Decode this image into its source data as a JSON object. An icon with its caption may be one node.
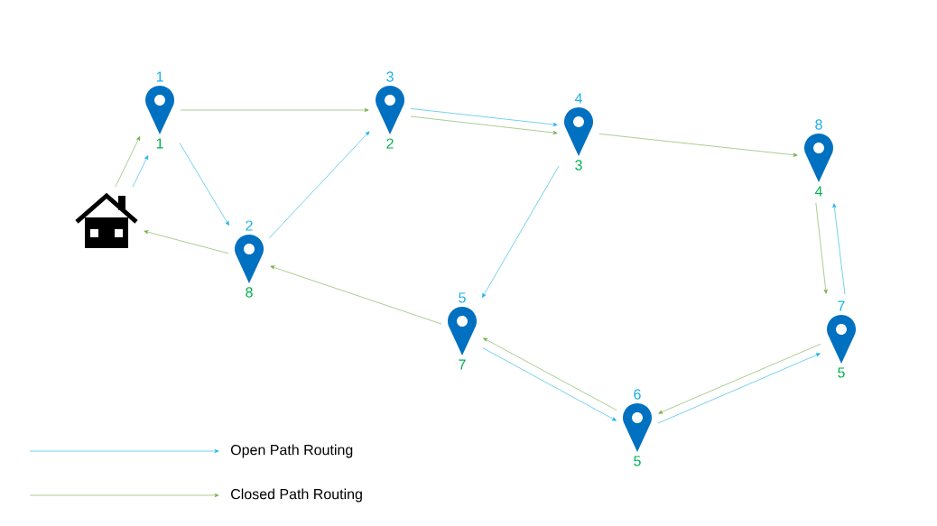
{
  "diagram": {
    "nodes": [
      {
        "text": [],
        "shape": "picture"
      },
      {
        "text": [],
        "shape": "picture",
        "beside": [
          "1",
          "1"
        ]
      },
      {
        "text": [],
        "shape": "picture",
        "beside": [
          "2",
          "8"
        ]
      },
      {
        "text": [],
        "shape": "picture",
        "beside": [
          "3",
          "2"
        ]
      },
      {
        "text": [],
        "shape": "picture",
        "beside": [
          "4",
          "3"
        ]
      },
      {
        "text": [],
        "shape": "picture",
        "beside": [
          "5",
          "7"
        ]
      },
      {
        "text": [],
        "shape": "picture",
        "beside": [
          "6",
          "5"
        ]
      },
      {
        "text": [],
        "shape": "picture",
        "beside": [
          "7",
          "5"
        ]
      },
      {
        "text": [],
        "shape": "picture",
        "beside": [
          "8",
          "4"
        ]
      }
    ],
    "edges": [
      {
        "from": 0,
        "to": 1,
        "arrow": "to",
        "color": "#1ab0e8"
      },
      {
        "from": 1,
        "to": 2,
        "arrow": "to",
        "color": "#1ab0e8"
      },
      {
        "from": 2,
        "to": 3,
        "arrow": "to",
        "color": "#1ab0e8"
      },
      {
        "from": 3,
        "to": 4,
        "arrow": "to",
        "color": "#1ab0e8"
      },
      {
        "from": 4,
        "to": 5,
        "arrow": "to",
        "color": "#1ab0e8"
      },
      {
        "from": 5,
        "to": 6,
        "arrow": "to",
        "color": "#1ab0e8"
      },
      {
        "from": 6,
        "to": 7,
        "arrow": "to",
        "color": "#1ab0e8"
      },
      {
        "from": 7,
        "to": 8,
        "arrow": "to",
        "color": "#1ab0e8"
      },
      {
        "from": 0,
        "to": 1,
        "arrow": "to"
      },
      {
        "from": 1,
        "to": 3,
        "arrow": "to"
      },
      {
        "from": 3,
        "to": 4,
        "arrow": "to"
      },
      {
        "from": 4,
        "to": 8,
        "arrow": "to"
      },
      {
        "from": 8,
        "to": 7,
        "arrow": "to"
      },
      {
        "from": 7,
        "to": 6,
        "arrow": "to"
      },
      {
        "from": 6,
        "to": 5,
        "arrow": "to"
      },
      {
        "from": 5,
        "to": 2,
        "arrow": "to"
      },
      {
        "from": 2,
        "to": 0,
        "arrow": "to"
      }
    ],
    "legend": [
      {
        "text": "Open Path Routing"
      },
      {
        "text": "Closed Path Routing"
      }
    ]
  }
}
